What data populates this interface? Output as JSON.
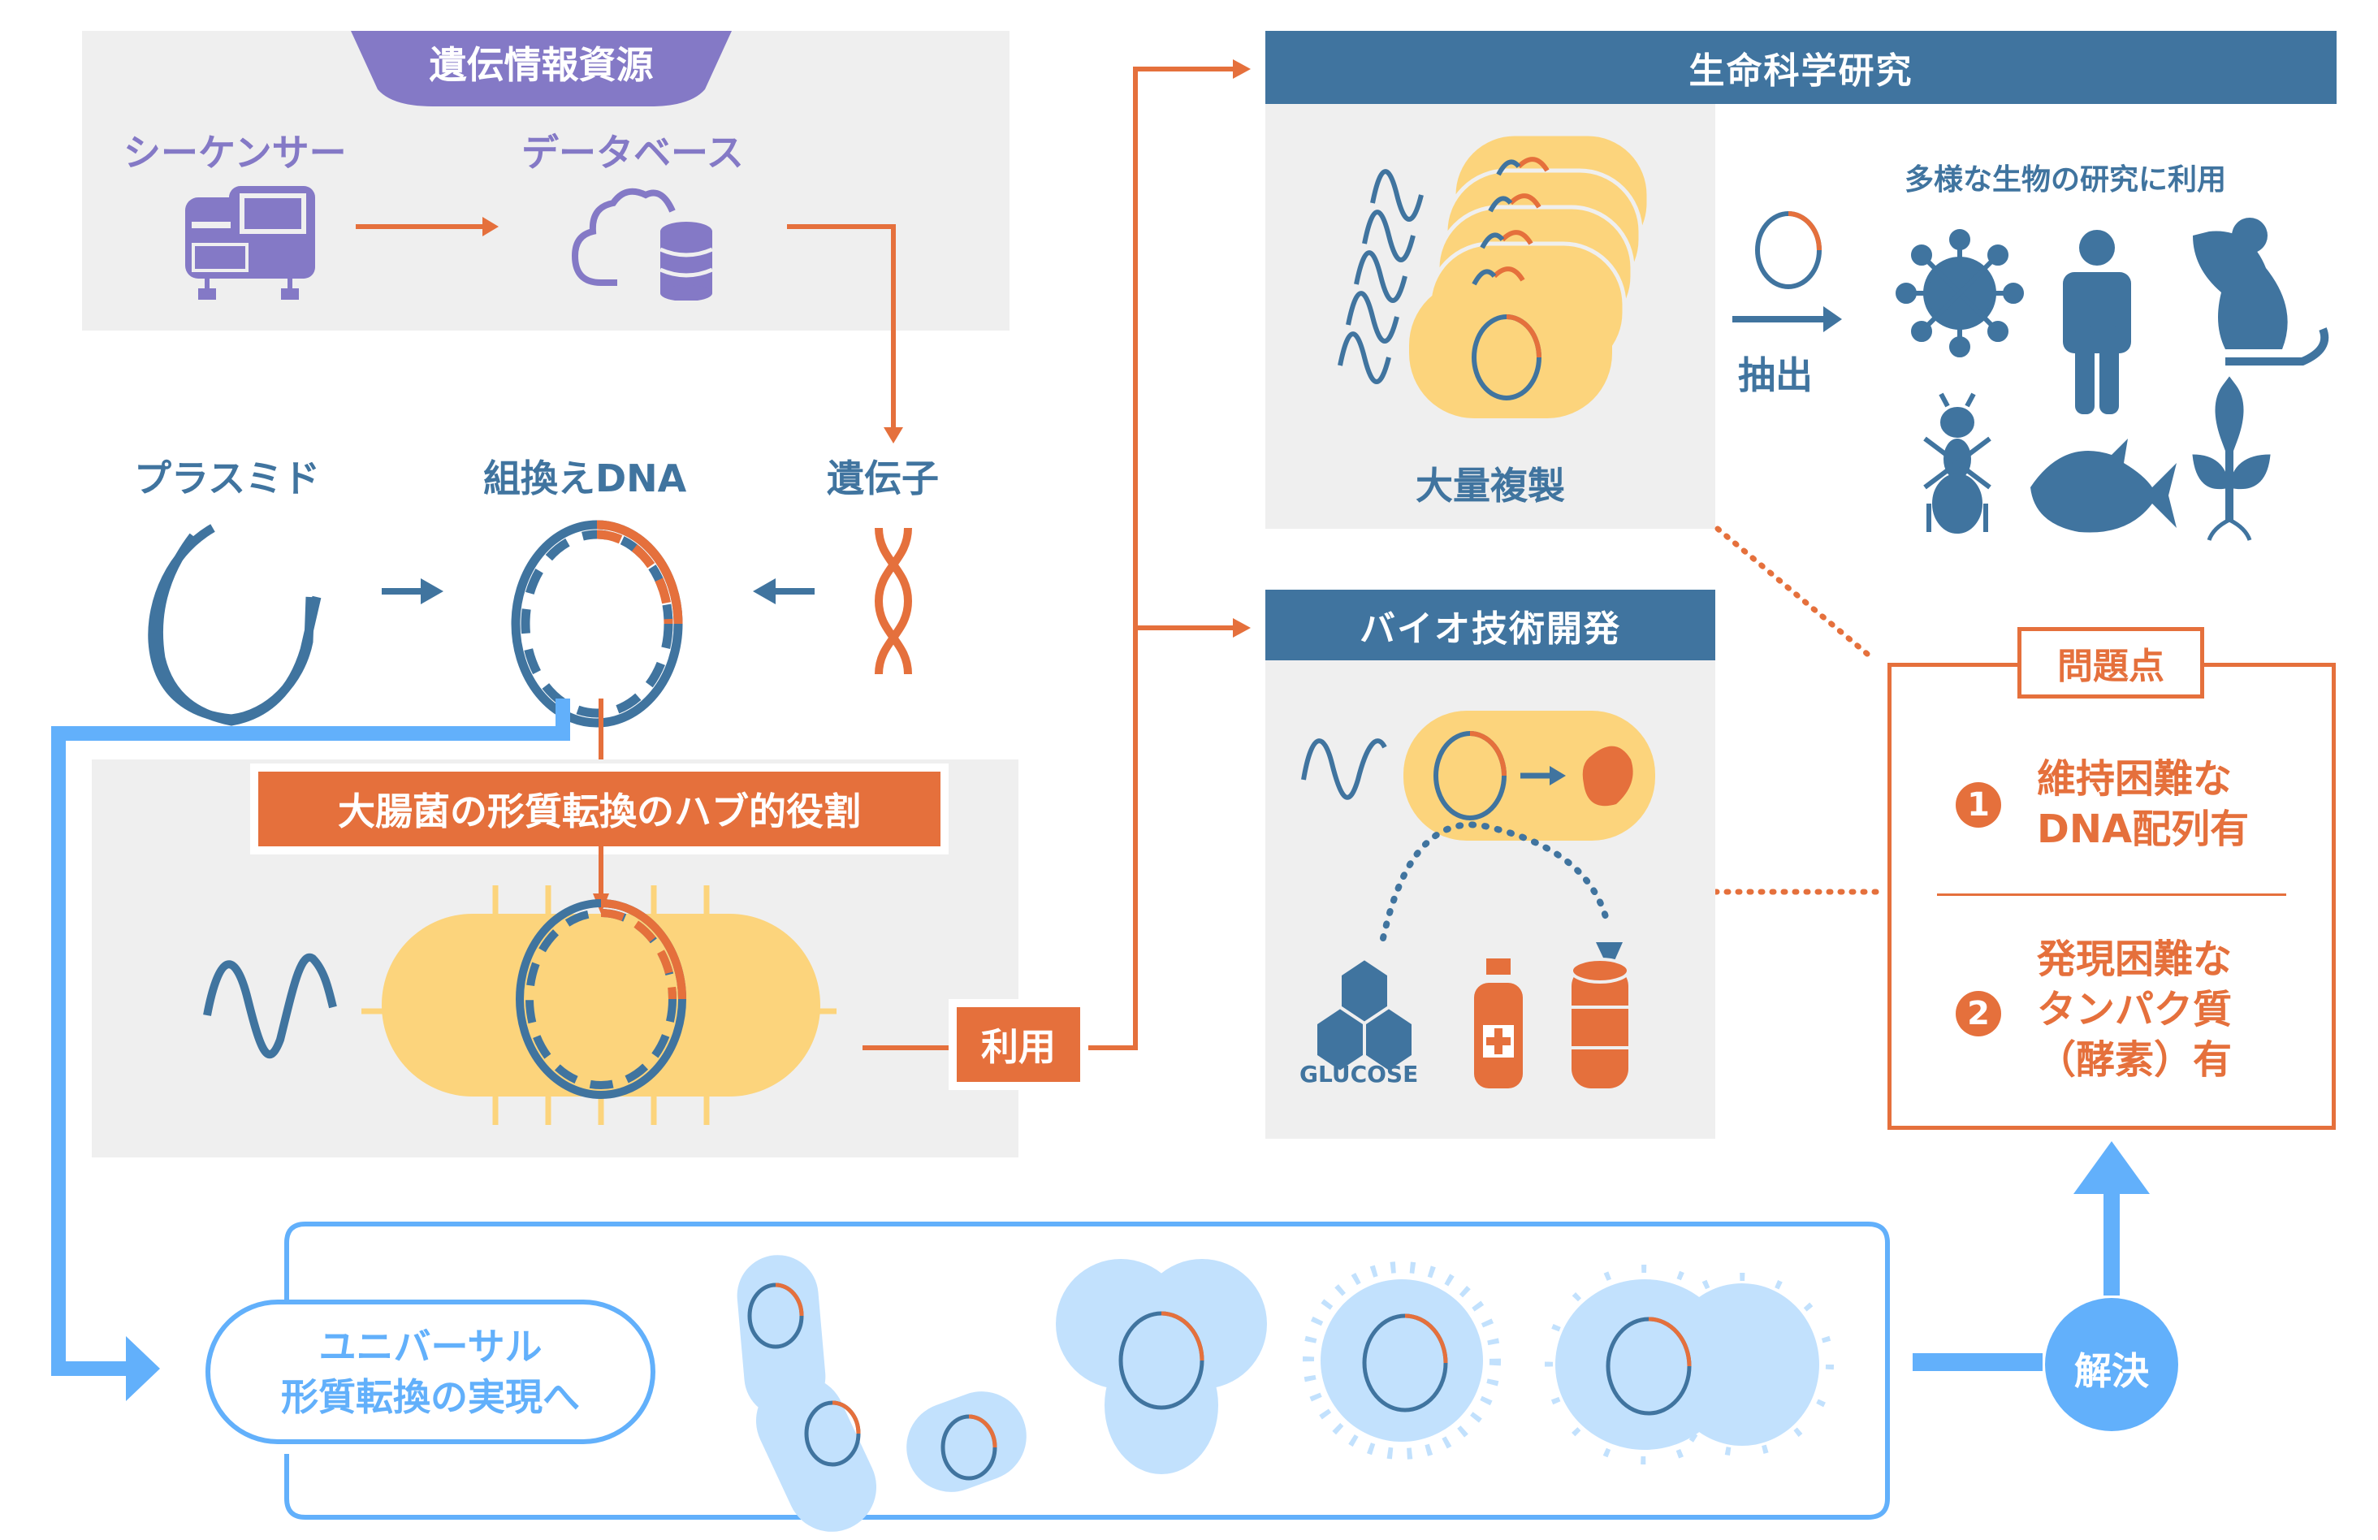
{
  "genetic_resources": {
    "title": "遺伝情報資源",
    "sequencer_label": "シーケンサー",
    "database_label": "データベース"
  },
  "dna_row": {
    "plasmid_label": "プラスミド",
    "recombinant_label": "組換えDNA",
    "gene_label": "遺伝子"
  },
  "hub": {
    "title": "大腸菌の形質転換のハブ的役割",
    "use_label": "利用"
  },
  "life_science": {
    "title": "生命科学研究",
    "mass_replication_label": "大量複製",
    "extraction_label": "抽出",
    "organisms_caption": "多様な生物の研究に利用",
    "organisms": [
      "virus-icon",
      "human-icon",
      "mouse-icon",
      "ant-icon",
      "fish-icon",
      "plant-icon"
    ]
  },
  "biotech": {
    "title": "バイオ技術開発",
    "glucose_label": "GLUCOSE"
  },
  "problems": {
    "title": "問題点",
    "items": [
      {
        "number": "1",
        "line1": "維持困難な",
        "line2": "DNA配列有"
      },
      {
        "number": "2",
        "line1": "発現困難な",
        "line2": "タンパク質",
        "line3": "（酵素）有"
      }
    ]
  },
  "universal": {
    "label_line1": "ユニバーサル",
    "label_line2": "形質転換の実現へ",
    "solve_label": "解決"
  },
  "colors": {
    "orange": "#e5703c",
    "steel_blue": "#40749f",
    "purple": "#8479c6",
    "light_blue": "#62b0fb",
    "pale_blue": "#c2e1fd",
    "cell_yellow": "#fcd47c",
    "panel_gray": "#efefef"
  }
}
